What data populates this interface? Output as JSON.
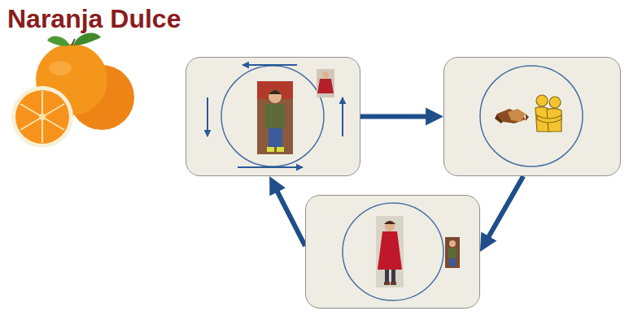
{
  "diagram": {
    "title": "Naranja Dulce",
    "nodes": [
      {
        "text": []
      },
      {
        "text": []
      },
      {
        "text": []
      }
    ],
    "edges": [
      {
        "from": 0,
        "to": 1,
        "arrow": "to"
      },
      {
        "from": 1,
        "to": 2,
        "arrow": "to"
      },
      {
        "from": 2,
        "to": 0,
        "arrow": "to"
      }
    ]
  }
}
